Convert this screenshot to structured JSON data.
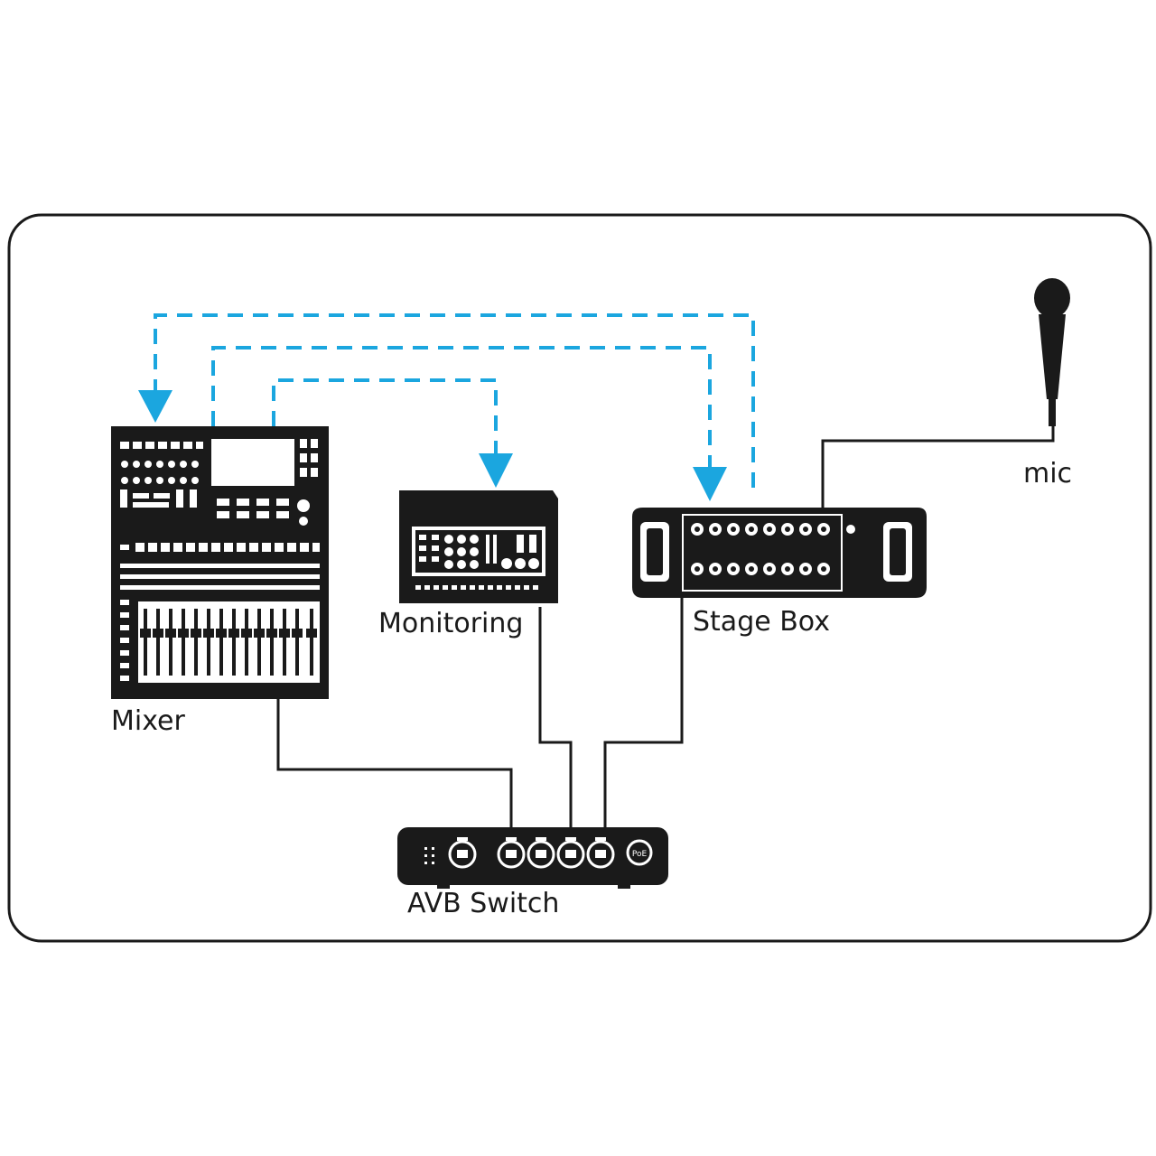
{
  "labels": {
    "mixer": "Mixer",
    "monitoring": "Monitoring",
    "stage_box": "Stage Box",
    "avb_switch": "AVB Switch",
    "mic": "mic"
  },
  "switch_badge": "PoE",
  "colors": {
    "frame": "#1a1a1a",
    "device": "#1a1a1a",
    "cable": "#1a1a1a",
    "signal_flow": "#1ba6df",
    "background": "#ffffff"
  },
  "icons": {
    "mixer": "mixing-console-icon",
    "monitoring": "monitor-mixer-icon",
    "stage_box": "stage-box-icon",
    "avb_switch": "network-switch-icon",
    "mic": "microphone-icon"
  }
}
